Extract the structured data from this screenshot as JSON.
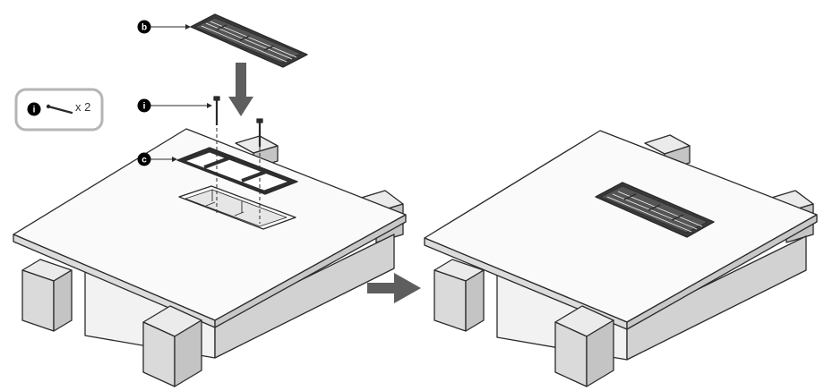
{
  "callouts": {
    "vent": "b",
    "screw": "i",
    "frame": "c",
    "parts_box_marker": "i"
  },
  "parts_box": {
    "quantity": "x 2"
  },
  "colors": {
    "line": "#2a2a2a",
    "box_face": "#d9d9d9",
    "box_side": "#c4c4c4",
    "box_top": "#ebebeb",
    "board_top": "#fafafa",
    "arrow": "#5e5e5e",
    "grille": "#3a3a3a"
  }
}
